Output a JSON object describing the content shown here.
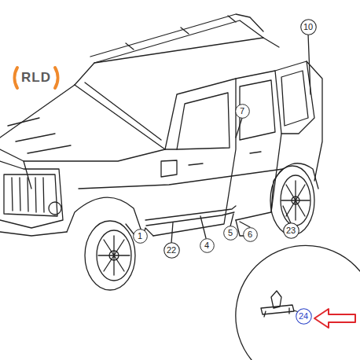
{
  "diagram": {
    "nodes": [
      {
        "text": [
          "10"
        ]
      },
      {
        "text": [
          "7"
        ]
      },
      {
        "text": [
          "1"
        ]
      },
      {
        "text": [
          "22"
        ]
      },
      {
        "text": [
          "4"
        ]
      },
      {
        "text": [
          "5"
        ]
      },
      {
        "text": [
          "6"
        ]
      },
      {
        "text": [
          "23"
        ]
      },
      {
        "text": [
          "24"
        ]
      }
    ],
    "labels": [
      "RLD"
    ]
  }
}
